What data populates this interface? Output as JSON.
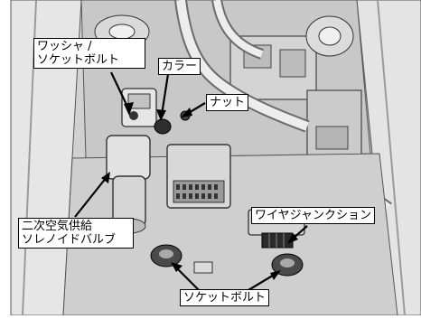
{
  "callouts": {
    "washer_bolt": {
      "line1": "ワッシャ /",
      "line2": "ソケットボルト"
    },
    "collar": "カラー",
    "nut": "ナット",
    "wire_junction": "ワイヤジャンクション",
    "air_valve": {
      "line1": "二次空気供給",
      "line2": "ソレノイドバルブ"
    },
    "socket_bolt": "ソケットボルト"
  },
  "colors": {
    "label_bg": "#ffffff",
    "label_border": "#000000",
    "line": "#000000"
  }
}
